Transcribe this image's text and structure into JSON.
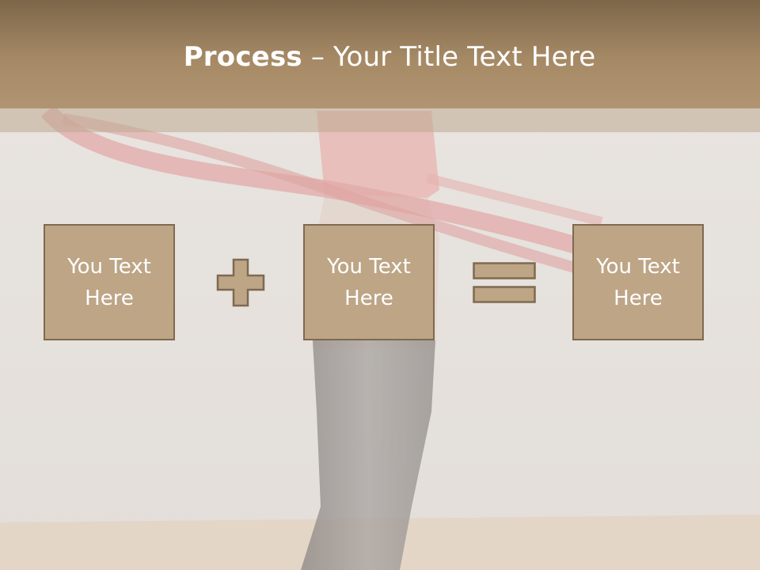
{
  "slide": {
    "title_bold": "Process",
    "title_rest": " – Your Title Text Here",
    "boxes": [
      {
        "text": "You Text Here"
      },
      {
        "text": "You Text Here"
      },
      {
        "text": "You Text Here"
      }
    ],
    "operators": [
      "plus-icon",
      "equals-icon"
    ]
  },
  "colors": {
    "title_bar": "#a68a66",
    "box_fill": "#bda586",
    "box_border": "#7f6a50",
    "background": "#e6e2de",
    "text": "#ffffff"
  }
}
